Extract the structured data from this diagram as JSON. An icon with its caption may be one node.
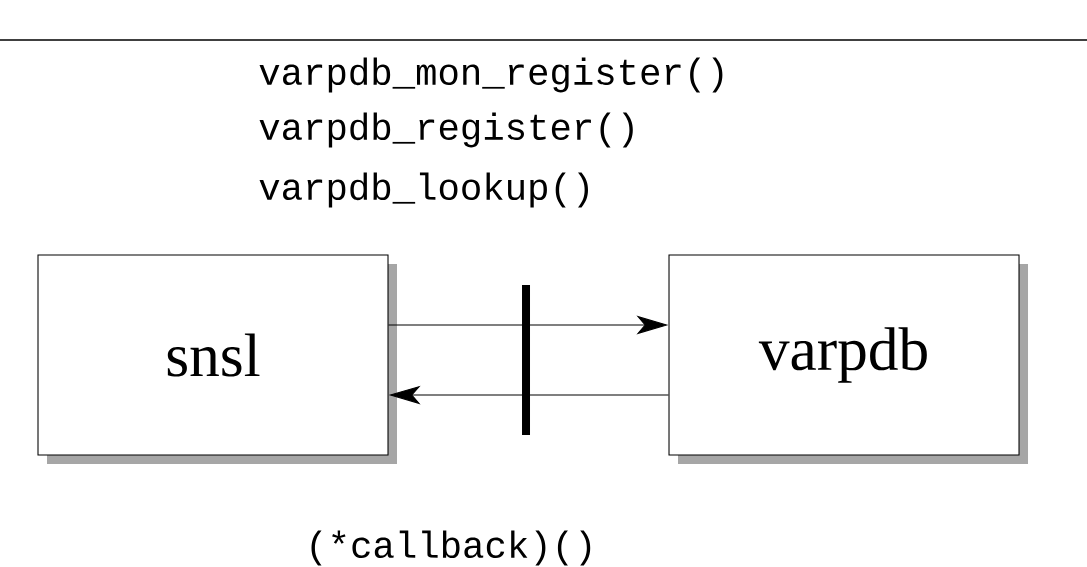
{
  "diagram": {
    "nodes": [
      {
        "text": [
          "snsl"
        ]
      },
      {
        "text": [
          "varpdb"
        ]
      }
    ],
    "edges": [
      {
        "from": 0,
        "to": 1,
        "arrow": "to"
      },
      {
        "from": 1,
        "to": 0,
        "arrow": "to"
      }
    ],
    "labels": [
      "varpdb_mon_register()",
      "varpdb_register()",
      "varpdb_lookup()",
      "(*callback)()"
    ]
  }
}
